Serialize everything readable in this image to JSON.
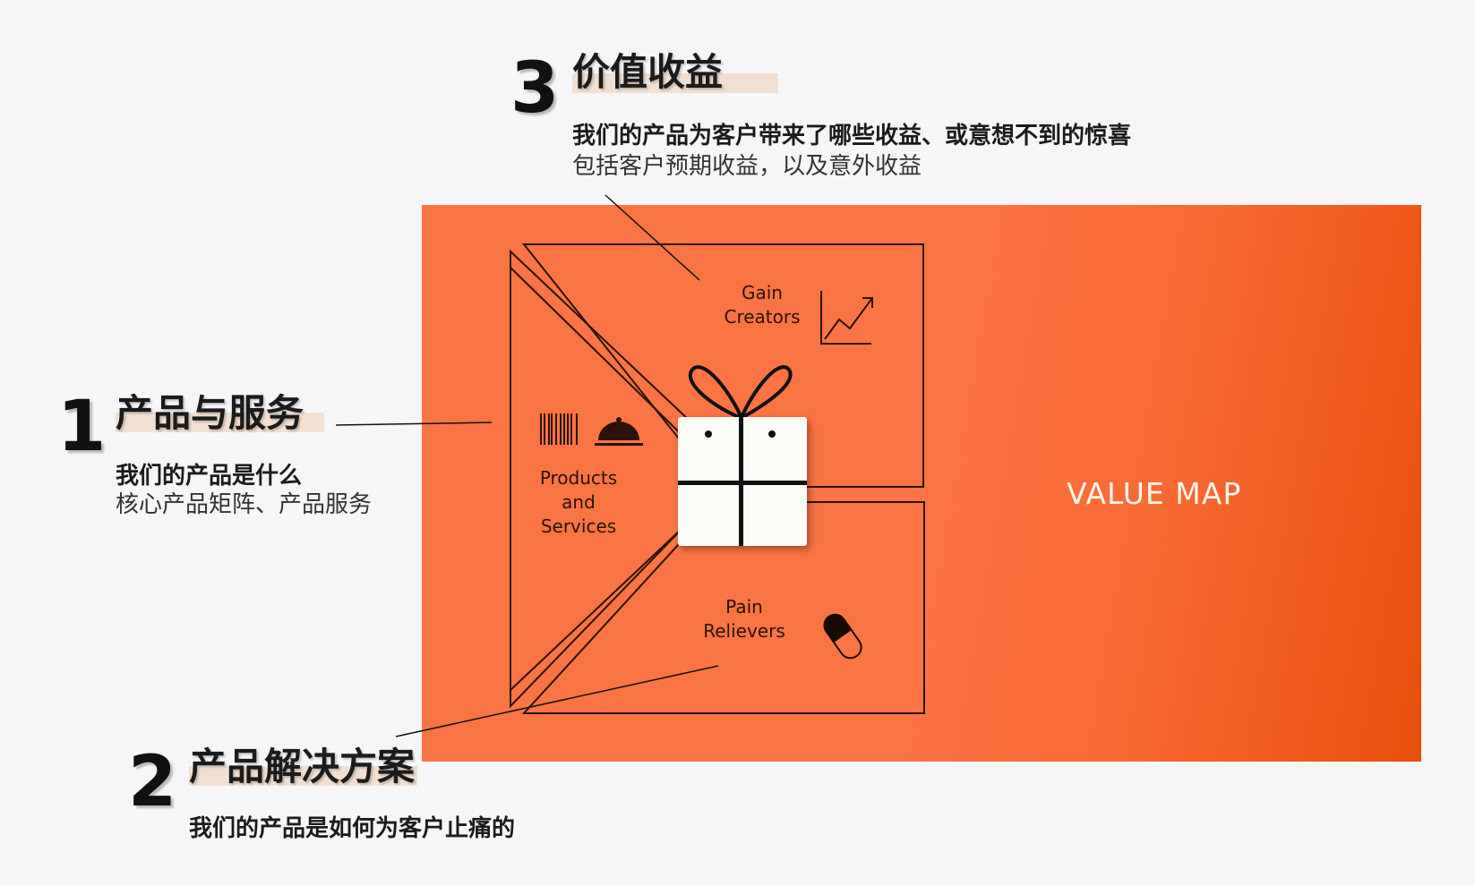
{
  "sections": [
    {
      "number": "1",
      "title": "产品与服务",
      "subtitle": "我们的产品是什么",
      "desc": "核心产品矩阵、产品服务"
    },
    {
      "number": "2",
      "title": "产品解决方案",
      "subtitle": "我们的产品是如何为客户止痛的",
      "desc": ""
    },
    {
      "number": "3",
      "title": "价值收益",
      "subtitle": "我们的产品为客户带来了哪些收益、或意想不到的惊喜",
      "desc": "包括客户预期收益，以及意外收益"
    }
  ],
  "value_map": {
    "title": "VALUE MAP",
    "gain_creators": [
      "Gain",
      "Creators"
    ],
    "products_services": [
      "Products",
      "and",
      "Services"
    ],
    "pain_relievers": [
      "Pain",
      "Relievers"
    ]
  },
  "icons": [
    "barcode-icon",
    "cloche-icon",
    "growth-chart-icon",
    "pill-icon",
    "gift-icon"
  ],
  "colors": {
    "panel": "#fb7444",
    "panel_dark": "#e84f0c",
    "highlight": "#f1dfd1",
    "ink": "#1b1b1b"
  }
}
